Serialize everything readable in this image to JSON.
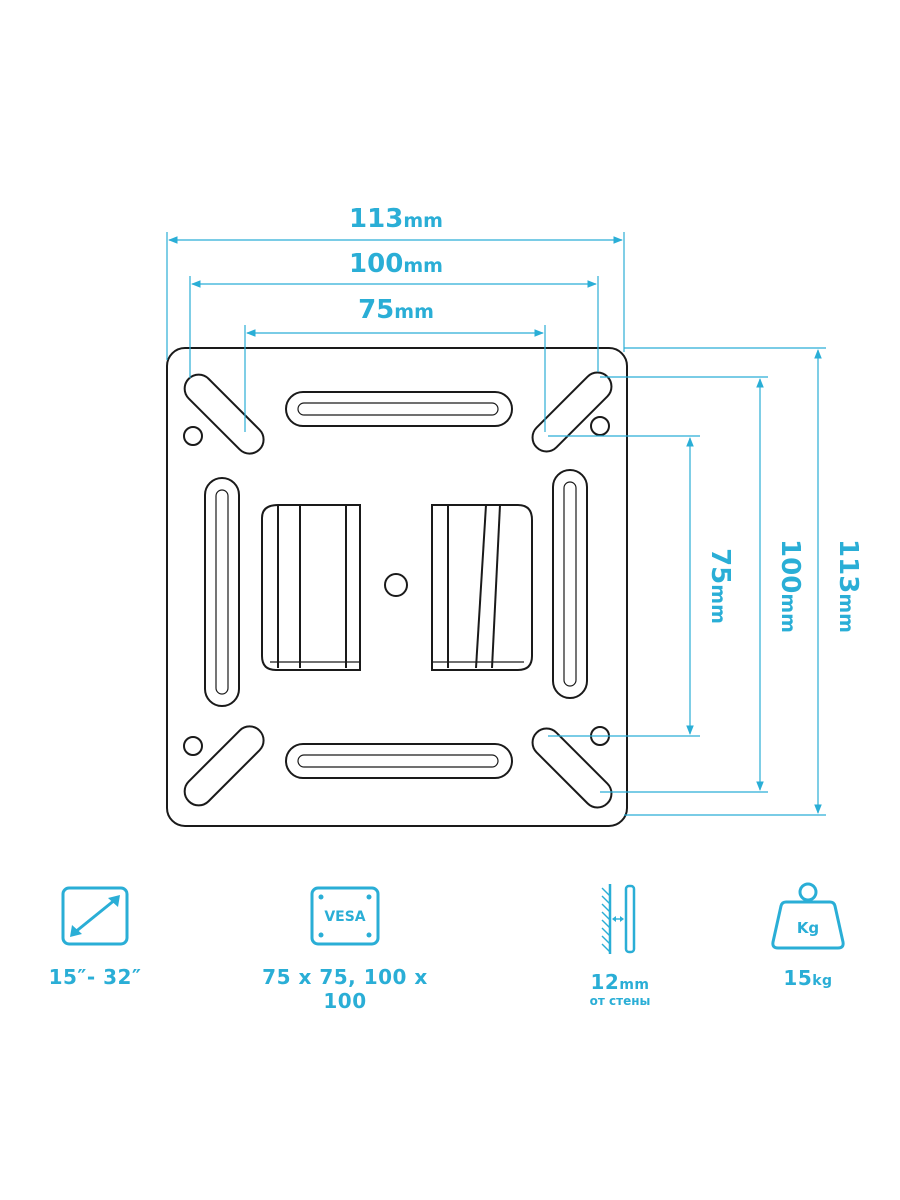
{
  "dimensions": {
    "horizontal": [
      {
        "value": "113",
        "unit": "mm"
      },
      {
        "value": "100",
        "unit": "mm"
      },
      {
        "value": "75",
        "unit": "mm"
      }
    ],
    "vertical": [
      {
        "value": "75",
        "unit": "mm"
      },
      {
        "value": "100",
        "unit": "mm"
      },
      {
        "value": "113",
        "unit": "mm"
      }
    ]
  },
  "specs": {
    "diagonal": {
      "text": "15″- 32″",
      "icon": "diagonal-arrow-icon"
    },
    "vesa": {
      "badge": "VESA",
      "text": "75 x 75, 100 x 100",
      "icon": "vesa-icon"
    },
    "wall": {
      "value": "12",
      "unit": "mm",
      "sub": "от стены",
      "icon": "wall-distance-icon"
    },
    "weight": {
      "badge": "Kg",
      "value": "15",
      "unit": "kg",
      "icon": "weight-icon"
    }
  },
  "colors": {
    "accent": "#2aaed6",
    "line": "#1a1a1a"
  }
}
